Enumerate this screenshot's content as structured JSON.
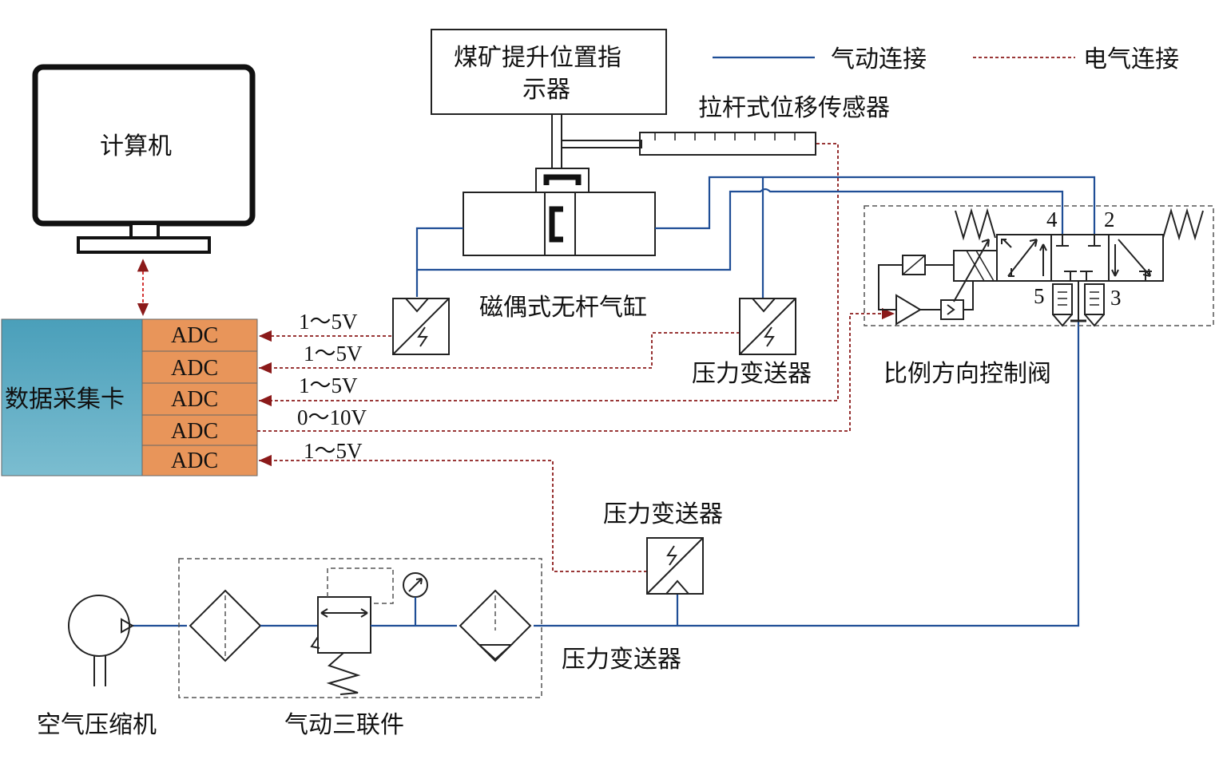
{
  "legend": {
    "pneumatic_label": "气动连接",
    "electric_label": "电气连接",
    "pneumatic_color": "#1f4e96",
    "electric_color": "#8b1a1a"
  },
  "computer": {
    "label": "计算机"
  },
  "daq": {
    "label": "数据采集卡",
    "color_top": "#4a9fba",
    "color_bottom": "#7bbdd0",
    "adc_color": "#e8955a",
    "channels": [
      {
        "label": "ADC",
        "signal": "1～5V"
      },
      {
        "label": "ADC",
        "signal": "1～5V"
      },
      {
        "label": "ADC",
        "signal": "1～5V"
      },
      {
        "label": "ADC",
        "signal": "0～10V"
      },
      {
        "label": "ADC",
        "signal": "1～5V"
      }
    ]
  },
  "indicator": {
    "line1": "煤矿提升位置指",
    "line2": "示器"
  },
  "displacement_sensor": {
    "label": "拉杆式位移传感器"
  },
  "cylinder": {
    "label": "磁偶式无杆气缸"
  },
  "pressure_transmitter_mid": {
    "label": "压力变送器"
  },
  "pressure_transmitter_supply": {
    "label": "压力变送器"
  },
  "pressure_transmitter_line": {
    "label": "压力变送器"
  },
  "valve": {
    "label": "比例方向控制阀",
    "ports": {
      "p4": "4",
      "p2": "2",
      "p5": "5",
      "p3": "3"
    }
  },
  "compressor": {
    "label": "空气压缩机"
  },
  "frl_unit": {
    "label": "气动三联件"
  }
}
